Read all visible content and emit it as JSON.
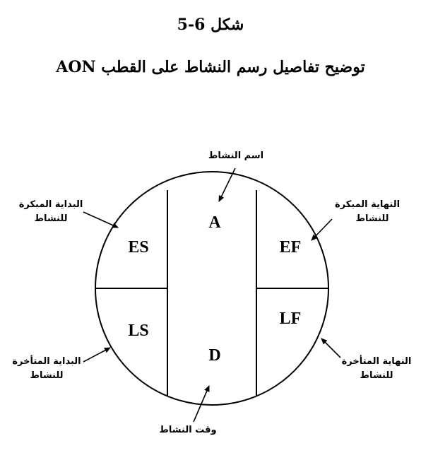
{
  "figure": {
    "number_label": "شكل 6-5",
    "title": "توضيح تفاصيل رسم النشاط على القطب AON"
  },
  "node": {
    "codes": {
      "name": "A",
      "early_start": "ES",
      "early_finish": "EF",
      "late_start": "LS",
      "late_finish": "LF",
      "duration": "D"
    }
  },
  "callouts": {
    "activity_name": "اسم النشاط",
    "early_start_1": "البداية المبكرة",
    "early_start_2": "للنشاط",
    "early_finish_1": "النهاية المبكرة",
    "early_finish_2": "للنشاط",
    "late_start_1": "البداية المتأخرة",
    "late_start_2": "للنشاط",
    "late_finish_1": "النهاية المتأخرة",
    "late_finish_2": "للنشاط",
    "duration": "وقت النشاط"
  },
  "colors": {
    "ink": "#000000",
    "background": "#ffffff"
  }
}
